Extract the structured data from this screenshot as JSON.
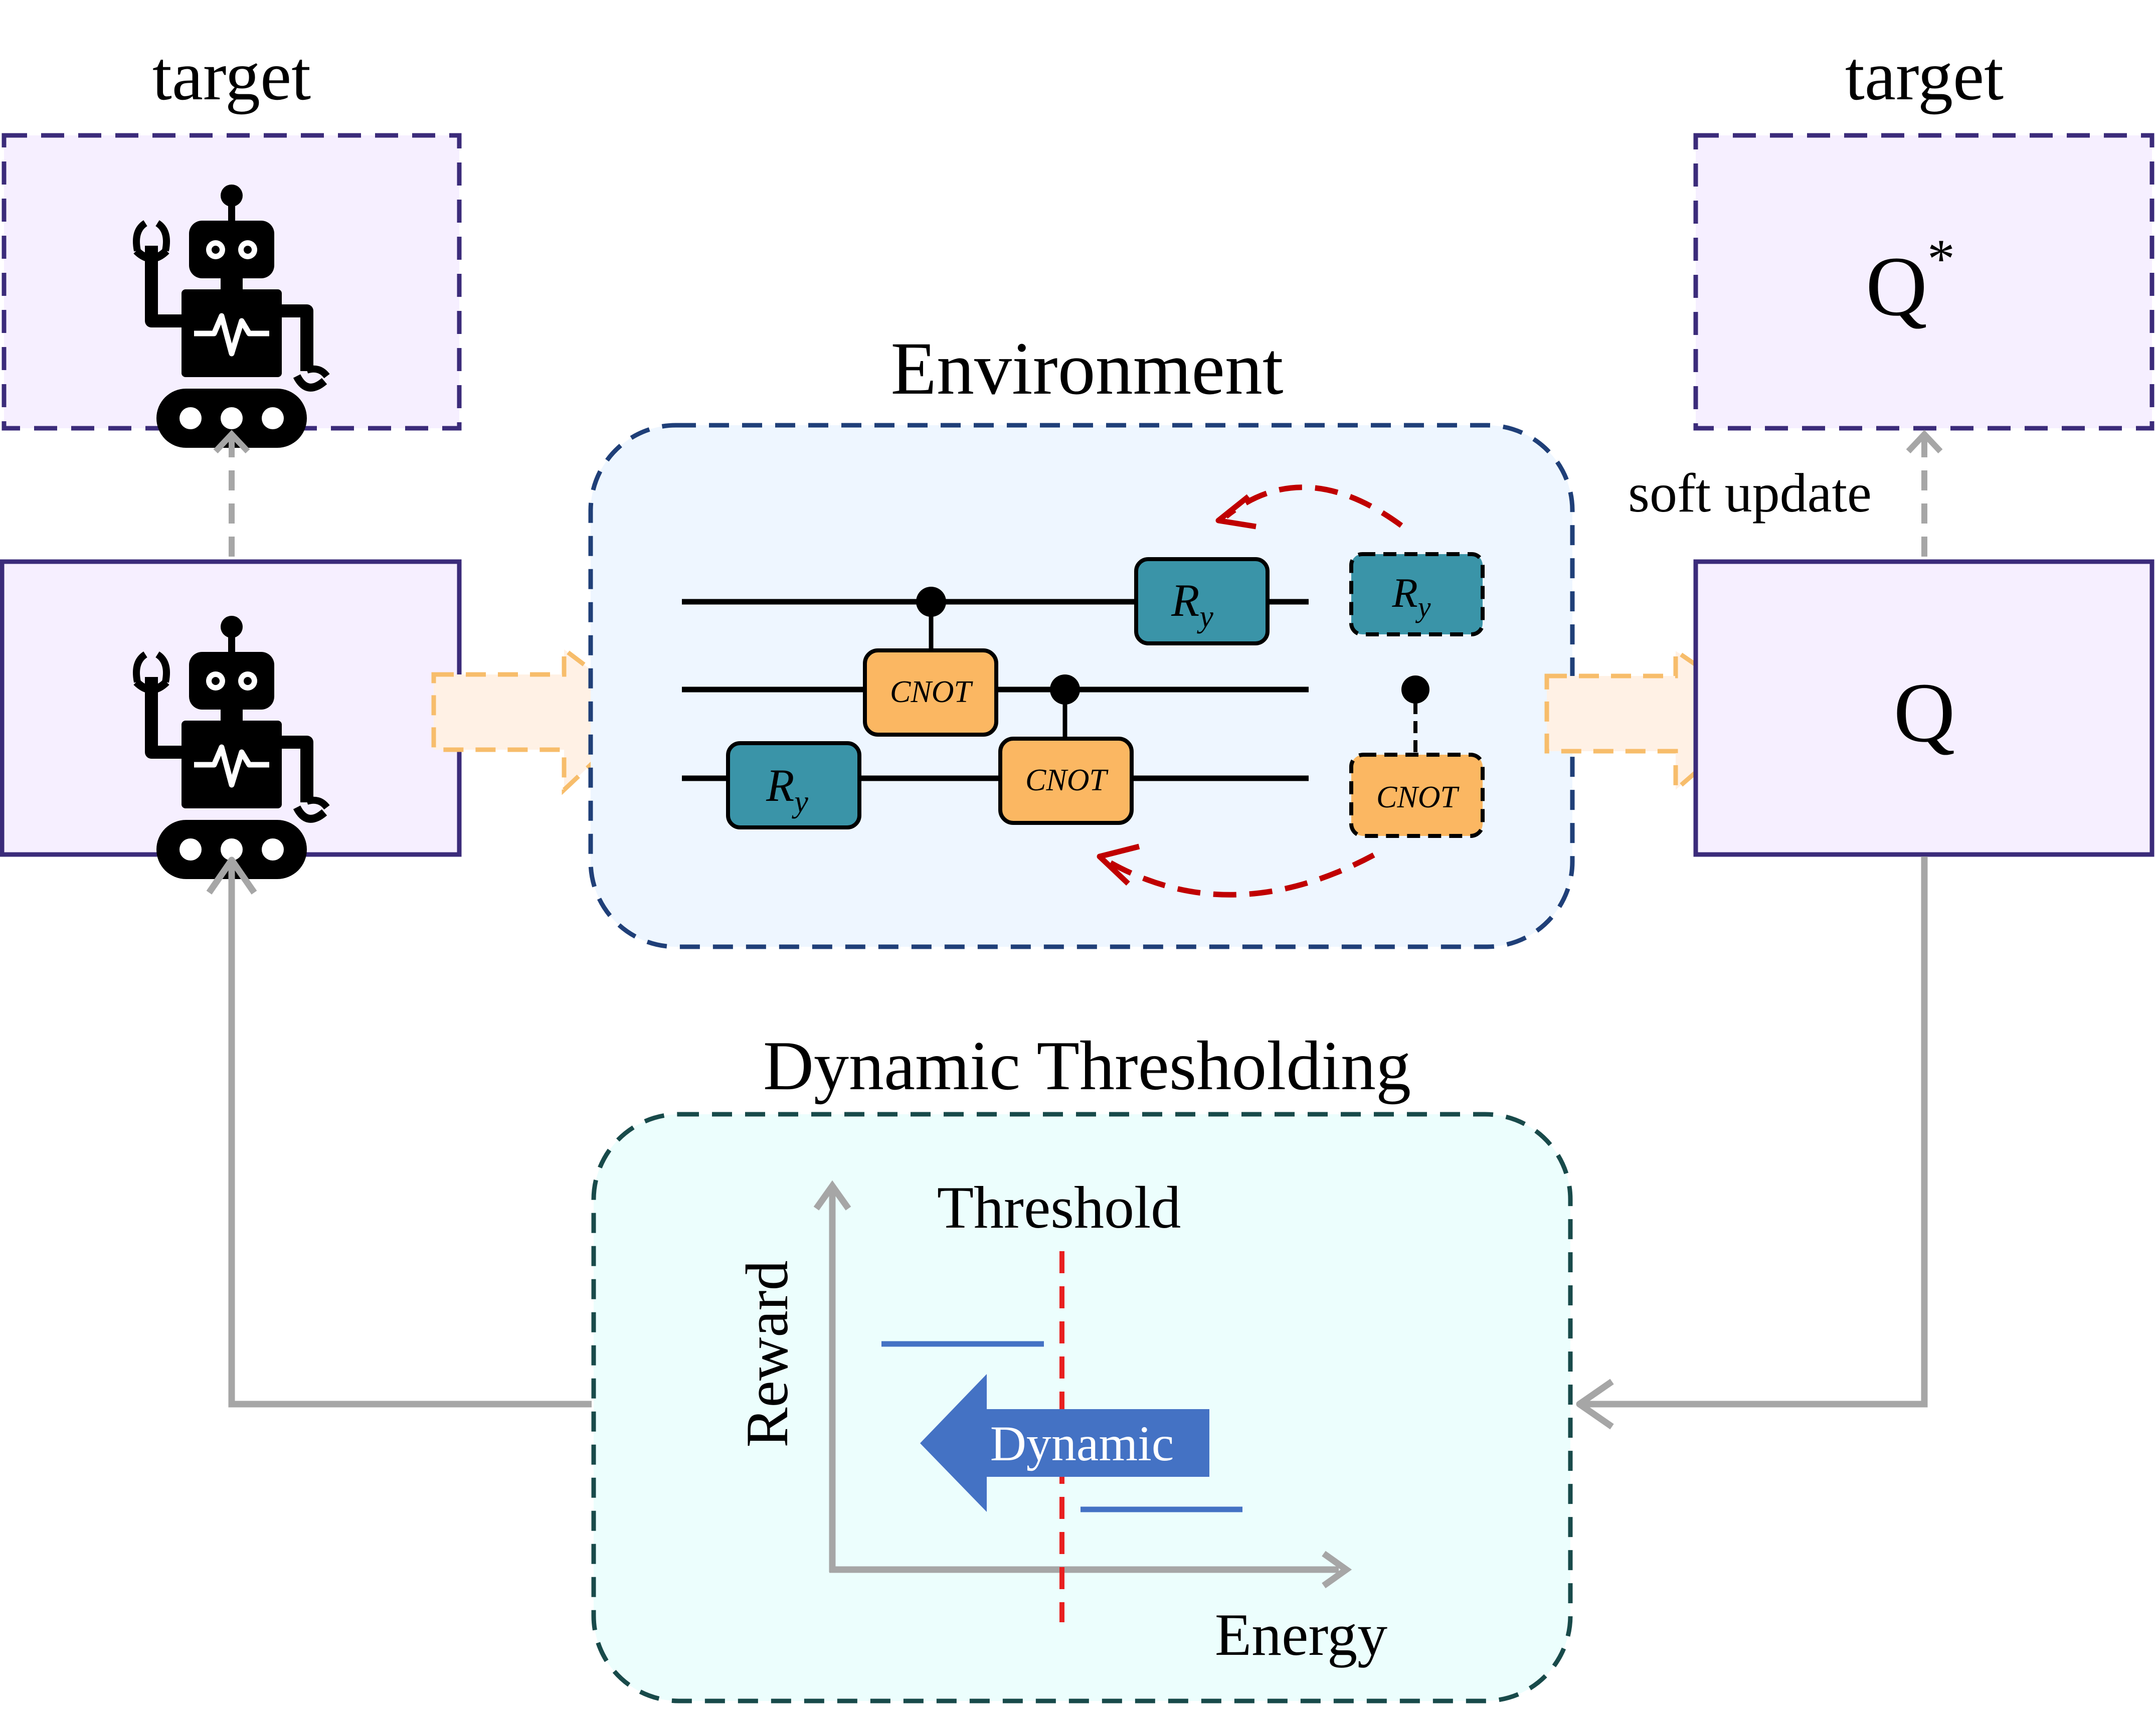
{
  "labels": {
    "target_left": "target",
    "target_right": "target",
    "environment": "Environment",
    "soft_update": "soft update",
    "q_star_base": "Q",
    "q_star_sup": "*",
    "q": "Q",
    "dynamic_thresholding": "Dynamic Thresholding"
  },
  "circuit": {
    "ry_base": "R",
    "ry_sub": "y",
    "cnot": "CNOT"
  },
  "threshold_plot": {
    "y_axis_label": "Reward",
    "x_axis_label": "Energy",
    "threshold_label": "Threshold",
    "arrow_label": "Dynamic"
  },
  "colors": {
    "agent_box_fill": "#f6efff",
    "agent_box_stroke": "#3b2b7a",
    "environment_fill": "#eef6ff",
    "environment_stroke": "#1f3f78",
    "threshold_fill": "#ecfefd",
    "threshold_stroke": "#184a4a",
    "ry_gate": "#3a94a8",
    "cnot_gate": "#fbb762",
    "flow_arrow_fill": "#fff1e5",
    "flow_arrow_stroke": "#f7bd6b",
    "feedback_arrow": "#a6a6a6",
    "reorder_arrow": "#c00000",
    "threshold_line": "#e82020",
    "level_line": "#4472c4",
    "dynamic_arrow": "#4472c4"
  },
  "icons": [
    "robot-icon",
    "robot-icon"
  ]
}
